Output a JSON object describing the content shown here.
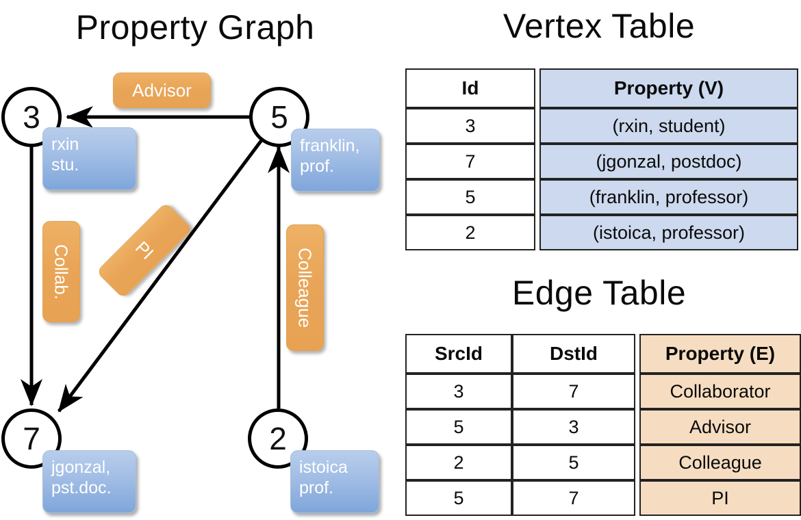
{
  "titles": {
    "property_graph": "Property Graph",
    "vertex_table": "Vertex Table",
    "edge_table": "Edge Table"
  },
  "colors": {
    "vertex_property_fill": "#ccd9ee",
    "edge_property_fill": "#f6ddc1",
    "node_property_box": "#a5c0e6",
    "edge_label_box": "#e9a557",
    "stroke": "#000000"
  },
  "graph": {
    "nodes": [
      {
        "id": "3",
        "property_box": {
          "line1": "rxin",
          "line2": "stu."
        }
      },
      {
        "id": "5",
        "property_box": {
          "line1": "franklin,",
          "line2": "prof."
        }
      },
      {
        "id": "7",
        "property_box": {
          "line1": "jgonzal,",
          "line2": "pst.doc."
        }
      },
      {
        "id": "2",
        "property_box": {
          "line1": "istoica",
          "line2": "prof."
        }
      }
    ],
    "edge_labels": [
      {
        "name": "advisor",
        "text": "Advisor"
      },
      {
        "name": "collab",
        "text": "Collab."
      },
      {
        "name": "pi",
        "text": "PI"
      },
      {
        "name": "colleague",
        "text": "Colleague"
      }
    ]
  },
  "vertex_table": {
    "headers": [
      "Id",
      "Property (V)"
    ],
    "rows": [
      {
        "id": "3",
        "property": "(rxin, student)"
      },
      {
        "id": "7",
        "property": "(jgonzal, postdoc)"
      },
      {
        "id": "5",
        "property": "(franklin, professor)"
      },
      {
        "id": "2",
        "property": "(istoica, professor)"
      }
    ]
  },
  "edge_table": {
    "headers": [
      "SrcId",
      "DstId",
      "Property (E)"
    ],
    "rows": [
      {
        "src": "3",
        "dst": "7",
        "property": "Collaborator"
      },
      {
        "src": "5",
        "dst": "3",
        "property": "Advisor"
      },
      {
        "src": "2",
        "dst": "5",
        "property": "Colleague"
      },
      {
        "src": "5",
        "dst": "7",
        "property": "PI"
      }
    ]
  }
}
